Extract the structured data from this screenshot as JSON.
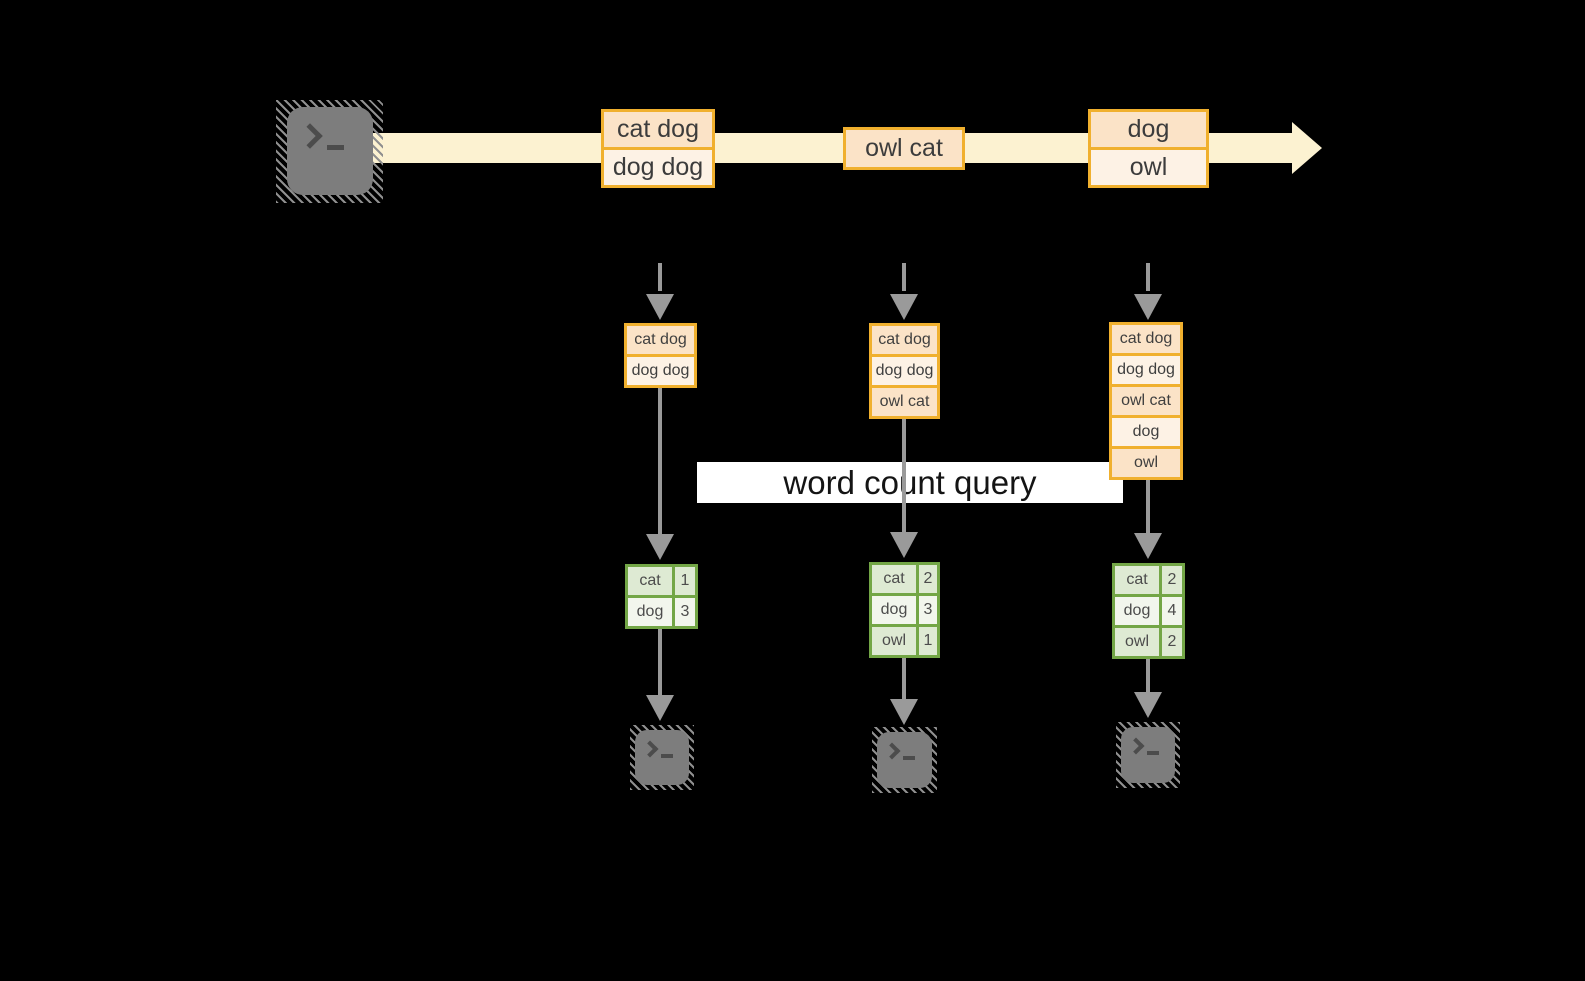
{
  "diagram": {
    "title_hint": "streaming word count",
    "stream": {
      "source_icon": "terminal-icon",
      "events": [
        {
          "lines": [
            "cat dog",
            "dog dog"
          ]
        },
        {
          "lines": [
            "owl cat"
          ]
        },
        {
          "lines": [
            "dog",
            "owl"
          ]
        }
      ]
    },
    "query_label": "word count query",
    "columns": [
      {
        "state": [
          "cat dog",
          "dog dog"
        ],
        "counts": [
          {
            "word": "cat",
            "count": "1"
          },
          {
            "word": "dog",
            "count": "3"
          }
        ],
        "sink_icon": "terminal-icon"
      },
      {
        "state": [
          "cat dog",
          "dog dog",
          "owl cat"
        ],
        "counts": [
          {
            "word": "cat",
            "count": "2"
          },
          {
            "word": "dog",
            "count": "3"
          },
          {
            "word": "owl",
            "count": "1"
          }
        ],
        "sink_icon": "terminal-icon"
      },
      {
        "state": [
          "cat dog",
          "dog dog",
          "owl cat",
          "dog",
          "owl"
        ],
        "counts": [
          {
            "word": "cat",
            "count": "2"
          },
          {
            "word": "dog",
            "count": "4"
          },
          {
            "word": "owl",
            "count": "2"
          }
        ],
        "sink_icon": "terminal-icon"
      }
    ],
    "colors": {
      "background": "#000000",
      "stream_band": "#FCF2D1",
      "event_border": "#F0B02E",
      "event_fill_dark": "#FBE3C7",
      "event_fill_light": "#FDF2E5",
      "table_border": "#73A646",
      "table_fill_dark": "#DEEAD3",
      "table_fill_light": "#F2F6ED",
      "arrow_gray": "#9A9A9A",
      "terminal_gray": "#7D7D7D",
      "query_box_bg": "#FFFFFF"
    }
  }
}
